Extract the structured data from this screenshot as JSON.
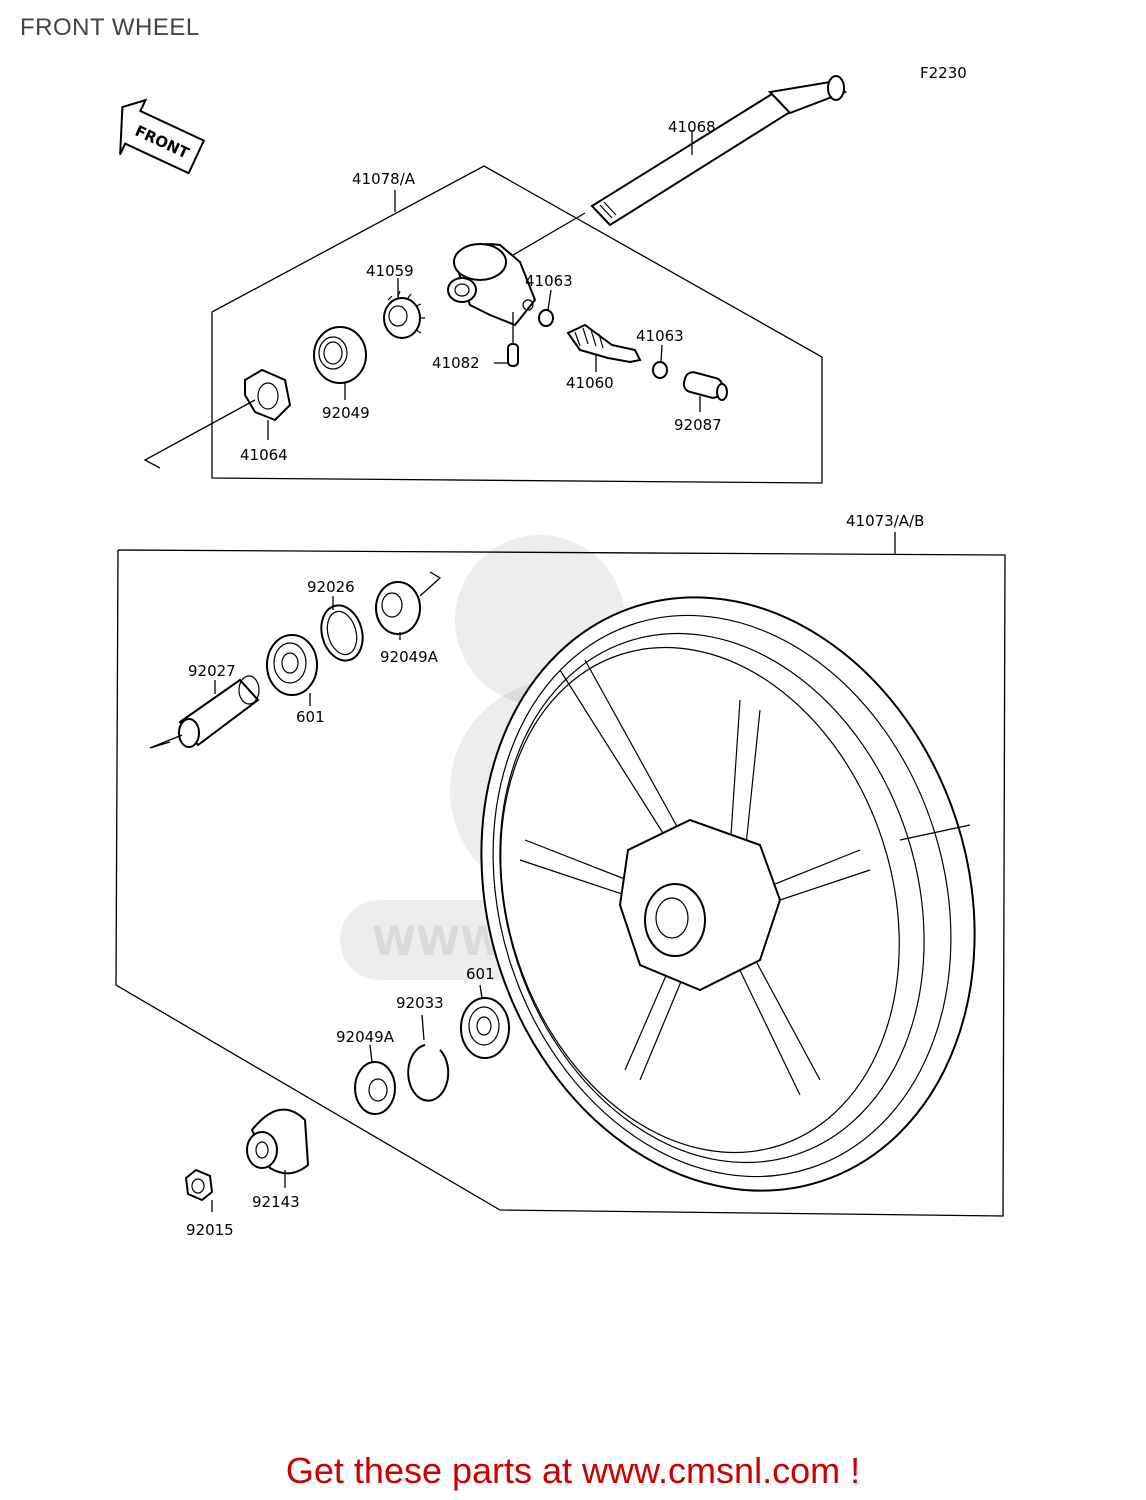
{
  "title": "FRONT WHEEL",
  "figure_code": "F2230",
  "front_arrow_label": "FRONT",
  "promo_text": "Get these parts at www.cmsnl.com !",
  "parts": {
    "p41068": "41068",
    "p41078A": "41078/A",
    "p41059": "41059",
    "p41063a": "41063",
    "p41063b": "41063",
    "p41082": "41082",
    "p41060": "41060",
    "p92049": "92049",
    "p92087": "92087",
    "p41064": "41064",
    "p41073AB": "41073/A/B",
    "p92026": "92026",
    "p92049Aa": "92049A",
    "p92027": "92027",
    "p601a": "601",
    "p601b": "601",
    "p92033": "92033",
    "p92049Ab": "92049A",
    "p92143": "92143",
    "p92015": "92015"
  },
  "watermark_text": "WWW.CMSNL.COM"
}
